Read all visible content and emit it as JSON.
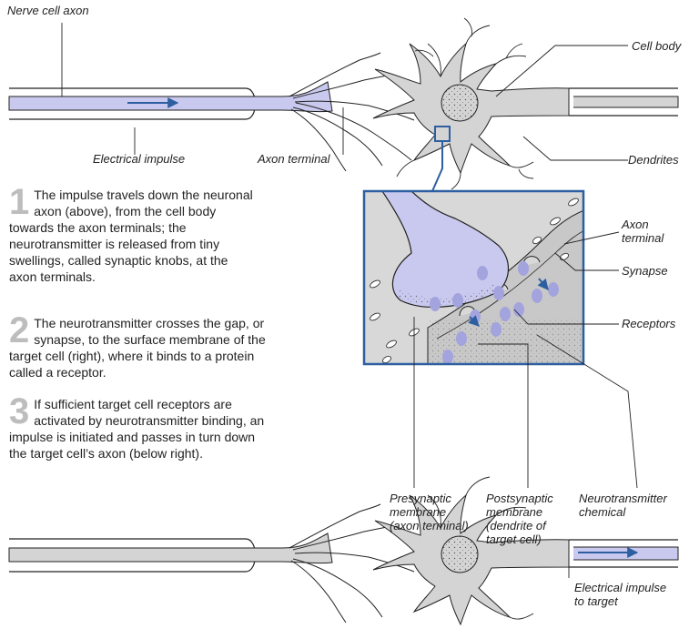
{
  "labels": {
    "nerve_cell_axon": "Nerve cell axon",
    "cell_body": "Cell body",
    "electrical_impulse": "Electrical impulse",
    "axon_terminal": "Axon terminal",
    "dendrites": "Dendrites",
    "axon_terminal_inset": "Axon\nterminal",
    "synapse": "Synapse",
    "receptors": "Receptors",
    "presynaptic_membrane": "Presynaptic\nmembrane\n(axon terminal)",
    "postsynaptic_membrane": "Postsynaptic\nmembrane\n(dendrite of\ntarget cell)",
    "neurotransmitter_chemical": "Neurotransmitter\nchemical",
    "electrical_impulse_target": "Electrical impulse\nto target"
  },
  "steps": [
    {
      "number": "1",
      "text": "The impulse travels down the neuronal axon (above), from the cell body towards the axon terminals; the neurotransmitter is released from tiny swellings, called synaptic knobs, at the axon terminals."
    },
    {
      "number": "2",
      "text": "The neurotransmitter crosses the gap, or synapse, to the surface membrane of the target cell (right), where it binds to a protein called a receptor."
    },
    {
      "number": "3",
      "text": "If sufficient target cell receptors are activated by neurotransmitter binding, an impulse is initiated and passes in turn down the target cell’s axon (below right)."
    }
  ],
  "colors": {
    "impulse_fill": "#c9c9ef",
    "cell_fill": "#d4d4d4",
    "inset_border": "#2d5fa0",
    "arrow": "#2d5fa0",
    "vesicle": "#a3a3de",
    "numeral": "#bdbdbd"
  }
}
